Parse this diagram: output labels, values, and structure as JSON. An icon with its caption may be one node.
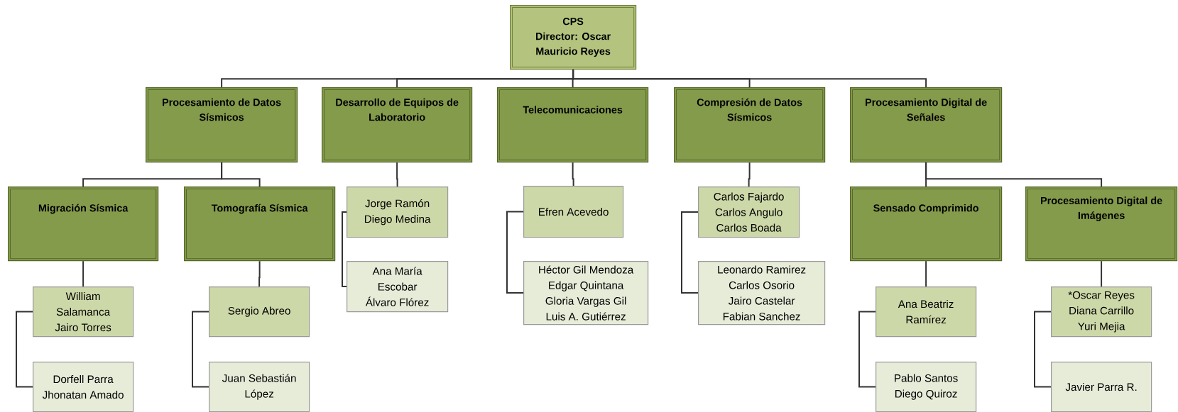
{
  "diagram": {
    "nodes": [
      {
        "text": [
          "CPS",
          "Director: Oscar Mauricio Reyes"
        ]
      },
      {
        "text": [
          "Procesamiento de Datos Sísmicos"
        ]
      },
      {
        "text": [
          "Desarrollo de Equipos de Laboratorio"
        ]
      },
      {
        "text": [
          "Telecomunicaciones"
        ]
      },
      {
        "text": [
          "Compresión de Datos Sísmicos"
        ]
      },
      {
        "text": [
          "Procesamiento Digital de Señales"
        ]
      },
      {
        "text": [
          "Migración Sísmica"
        ]
      },
      {
        "text": [
          "Tomografía Sísmica"
        ]
      },
      {
        "text": [
          "Sensado Comprimido"
        ]
      },
      {
        "text": [
          "Procesamiento Digital de Imágenes"
        ]
      },
      {
        "text": [
          "William Salamanca",
          "Jairo Torres"
        ]
      },
      {
        "text": [
          "Dorfell Parra",
          "Jhonatan Amado"
        ]
      },
      {
        "text": [
          "Sergio Abreo"
        ]
      },
      {
        "text": [
          "Juan Sebastián López"
        ]
      },
      {
        "text": [
          "Jorge Ramón",
          "Diego Medina"
        ]
      },
      {
        "text": [
          "Ana María Escobar",
          "Álvaro Flórez"
        ]
      },
      {
        "text": [
          "Efren Acevedo"
        ]
      },
      {
        "text": [
          "Héctor Gil Mendoza",
          "Edgar Quintana",
          "Gloria Vargas Gil",
          "Luis A. Gutiérrez"
        ]
      },
      {
        "text": [
          "Carlos Fajardo",
          "Carlos Angulo",
          "Carlos Boada"
        ]
      },
      {
        "text": [
          "Leonardo Ramirez",
          "Carlos Osorio",
          "Jairo Castelar",
          "Fabian Sanchez"
        ]
      },
      {
        "text": [
          "Ana Beatriz Ramírez"
        ]
      },
      {
        "text": [
          "Pablo Santos",
          "Diego Quiroz"
        ]
      },
      {
        "text": [
          "*Oscar Reyes",
          "Diana Carrillo",
          "Yuri Mejia"
        ]
      },
      {
        "text": [
          "Javier Parra R."
        ]
      }
    ],
    "edges": [
      {
        "from": 0,
        "to": 1,
        "arrow": "none"
      },
      {
        "from": 0,
        "to": 2,
        "arrow": "none"
      },
      {
        "from": 0,
        "to": 3,
        "arrow": "none"
      },
      {
        "from": 0,
        "to": 4,
        "arrow": "none"
      },
      {
        "from": 0,
        "to": 5,
        "arrow": "none"
      },
      {
        "from": 1,
        "to": 6,
        "arrow": "none"
      },
      {
        "from": 1,
        "to": 7,
        "arrow": "none"
      },
      {
        "from": 5,
        "to": 8,
        "arrow": "none"
      },
      {
        "from": 5,
        "to": 9,
        "arrow": "none"
      },
      {
        "from": 6,
        "to": 10,
        "arrow": "none"
      },
      {
        "from": 10,
        "to": 11,
        "arrow": "none"
      },
      {
        "from": 7,
        "to": 12,
        "arrow": "none"
      },
      {
        "from": 12,
        "to": 13,
        "arrow": "none"
      },
      {
        "from": 2,
        "to": 14,
        "arrow": "none"
      },
      {
        "from": 14,
        "to": 15,
        "arrow": "none"
      },
      {
        "from": 3,
        "to": 16,
        "arrow": "none"
      },
      {
        "from": 16,
        "to": 17,
        "arrow": "none"
      },
      {
        "from": 4,
        "to": 18,
        "arrow": "none"
      },
      {
        "from": 18,
        "to": 19,
        "arrow": "none"
      },
      {
        "from": 8,
        "to": 20,
        "arrow": "none"
      },
      {
        "from": 20,
        "to": 21,
        "arrow": "none"
      },
      {
        "from": 9,
        "to": 22,
        "arrow": "none"
      },
      {
        "from": 22,
        "to": 23,
        "arrow": "none"
      }
    ]
  }
}
